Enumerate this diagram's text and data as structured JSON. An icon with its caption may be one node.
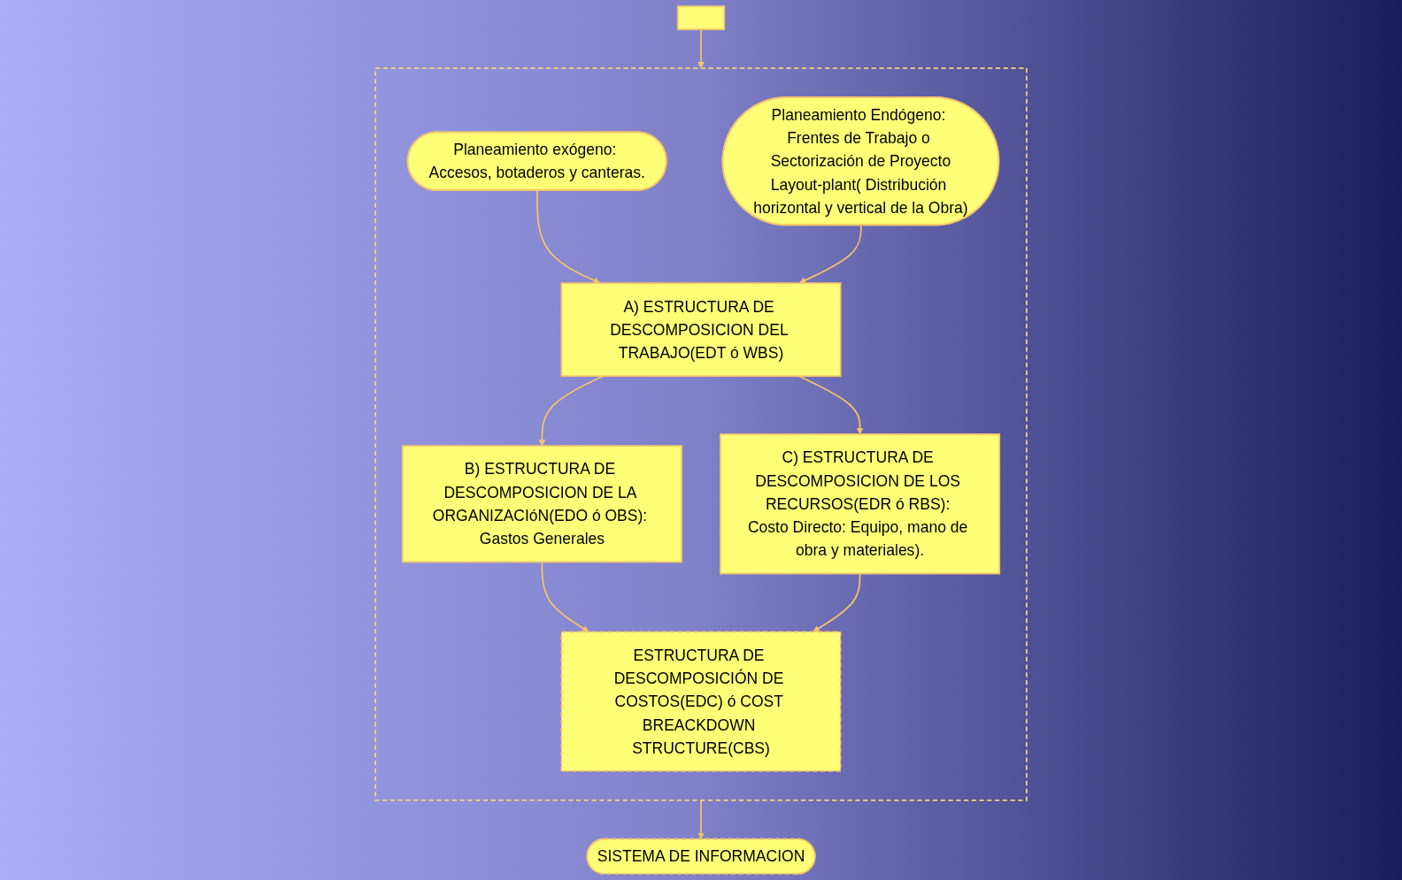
{
  "diagram": {
    "nodes": [
      {
        "text": [],
        "shape": "box"
      },
      {
        "text": [],
        "shape": "box"
      },
      {
        "text": [
          "Planeamiento exógeno: Accesos, botaderos y canteras."
        ],
        "in": 1
      },
      {
        "text": [
          "Planeamiento Endógeno: Frentes de Trabajo o Sectorización de Proyecto",
          "Layout-plant( Distribución horizontal y vertical de la Obra)"
        ],
        "in": 1
      },
      {
        "text": [
          "A) ESTRUCTURA DE DESCOMPOSICION DEL TRABAJO(EDT ó WBS)"
        ],
        "in": 1
      },
      {
        "text": [
          "B) ESTRUCTURA DE DESCOMPOSICION DE LA ORGANIZACIóN(EDO ó OBS): Gastos Generales"
        ],
        "in": 1
      },
      {
        "text": [
          "C) ESTRUCTURA DE DESCOMPOSICION DE LOS RECURSOS(EDR ó RBS): Costo Directo: Equipo, mano de obra y materiales)."
        ],
        "in": 1
      },
      {
        "text": [
          "ESTRUCTURA DE DESCOMPOSICIÓN DE COSTOS(EDC) ó COST BREACKDOWN STRUCTURE(CBS)"
        ],
        "in": 1
      },
      {
        "text": [
          "SISTEMA DE INFORMACION"
        ]
      }
    ],
    "edges": [
      {
        "from": 0,
        "to": 1,
        "arrow": "to"
      },
      {
        "from": 2,
        "to": 4,
        "arrow": "to"
      },
      {
        "from": 3,
        "to": 4,
        "arrow": "to"
      },
      {
        "from": 4,
        "to": 5,
        "arrow": "to"
      },
      {
        "from": 4,
        "to": 6,
        "arrow": "to"
      },
      {
        "from": 5,
        "to": 7,
        "arrow": "to"
      },
      {
        "from": 6,
        "to": 7,
        "arrow": "to"
      },
      {
        "from": 1,
        "to": 8,
        "arrow": "to"
      }
    ]
  }
}
